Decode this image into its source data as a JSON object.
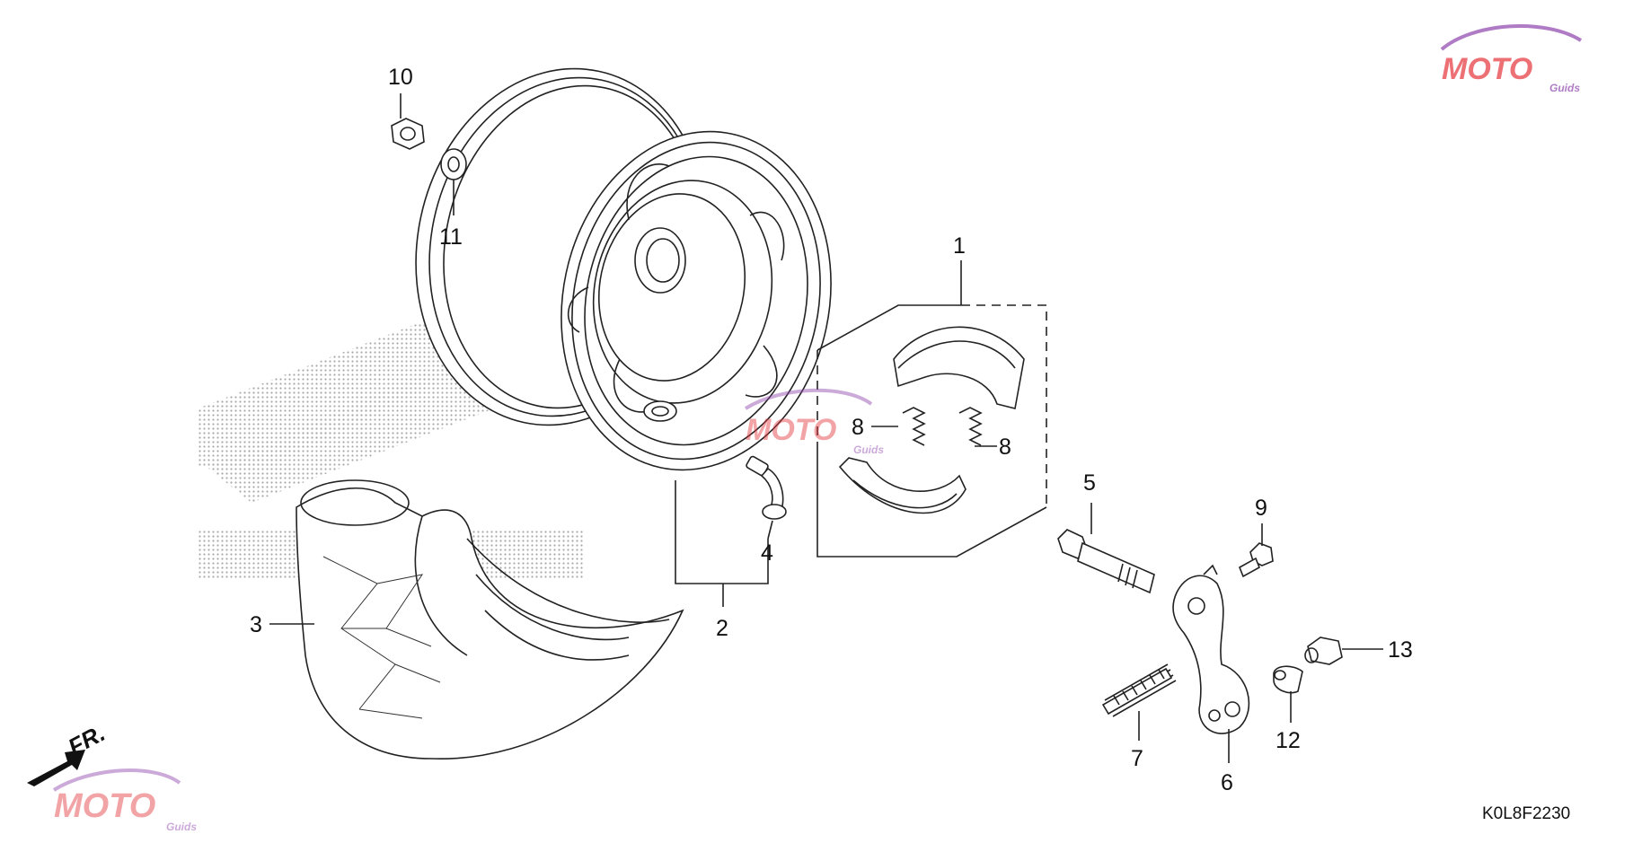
{
  "diagram": {
    "drawing_code": "K0L8F2230",
    "direction_marker": "FR.",
    "callouts": [
      "1",
      "2",
      "3",
      "4",
      "5",
      "6",
      "7",
      "8",
      "8",
      "9",
      "10",
      "11",
      "12",
      "13"
    ]
  },
  "watermarks": {
    "brand_main": "MOTO",
    "brand_sub": "Guids",
    "colors": {
      "red": "#e4343a",
      "purple": "#8e44ad",
      "gray": "#bdbdbd"
    }
  },
  "colors": {
    "line": "#222222",
    "halftone": "#9a9a9a",
    "background": "#ffffff"
  }
}
